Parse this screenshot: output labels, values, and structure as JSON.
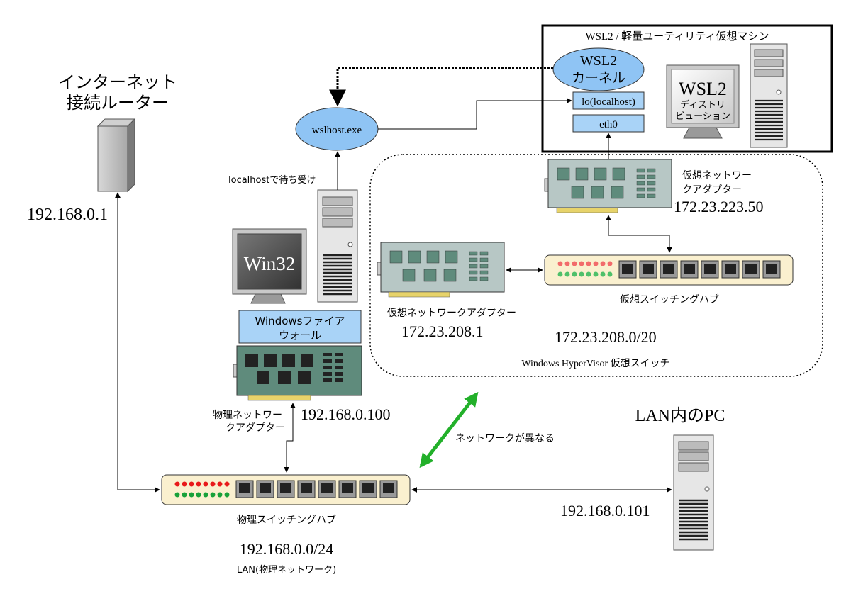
{
  "wsl_vm": {
    "title": "WSL2 / 軽量ユーティリティ仮想マシン",
    "kernel_line1": "WSL2",
    "kernel_line2": "カーネル",
    "lo": "lo(localhost)",
    "eth0": "eth0",
    "distro_line1": "WSL2",
    "distro_line2": "ディストリ",
    "distro_line3": "ビューション"
  },
  "internet_router": {
    "label_line1": "インターネット",
    "label_line2": "接続ルーター",
    "ip": "192.168.0.1"
  },
  "wslhost": {
    "label": "wslhost.exe",
    "note": "localhostで待ち受け"
  },
  "windows_host": {
    "monitor_text": "Win32",
    "firewall_line1": "Windowsファイア",
    "firewall_line2": "ウォール",
    "nic_label_line1": "物理ネットワー",
    "nic_label_line2": "クアダプター",
    "nic_ip": "192.168.0.100"
  },
  "hypervisor": {
    "vm_adapter_label_line1": "仮想ネットワー",
    "vm_adapter_label_line2": "クアダプター",
    "vm_adapter_ip": "172.23.223.50",
    "host_adapter_label": "仮想ネットワークアダプター",
    "host_adapter_ip": "172.23.208.1",
    "switch_label": "仮想スイッチングハブ",
    "subnet": "172.23.208.0/20",
    "name": "Windows HyperVisor 仮想スイッチ"
  },
  "network_note": "ネットワークが異なる",
  "physical_lan": {
    "switch_label": "物理スイッチングハブ",
    "subnet": "192.168.0.0/24",
    "name": "LAN(物理ネットワーク)"
  },
  "lan_pc": {
    "label": "LAN内のPC",
    "ip": "192.168.0.101"
  },
  "colors": {
    "bubble_fill": "#8fc4f4",
    "box_fill": "#a9d3f7",
    "card_green": "#5f8b7c",
    "card_gray": "#b7c7c5",
    "hub_fill": "#faf0cf",
    "arrow_green": "#22b02a"
  }
}
